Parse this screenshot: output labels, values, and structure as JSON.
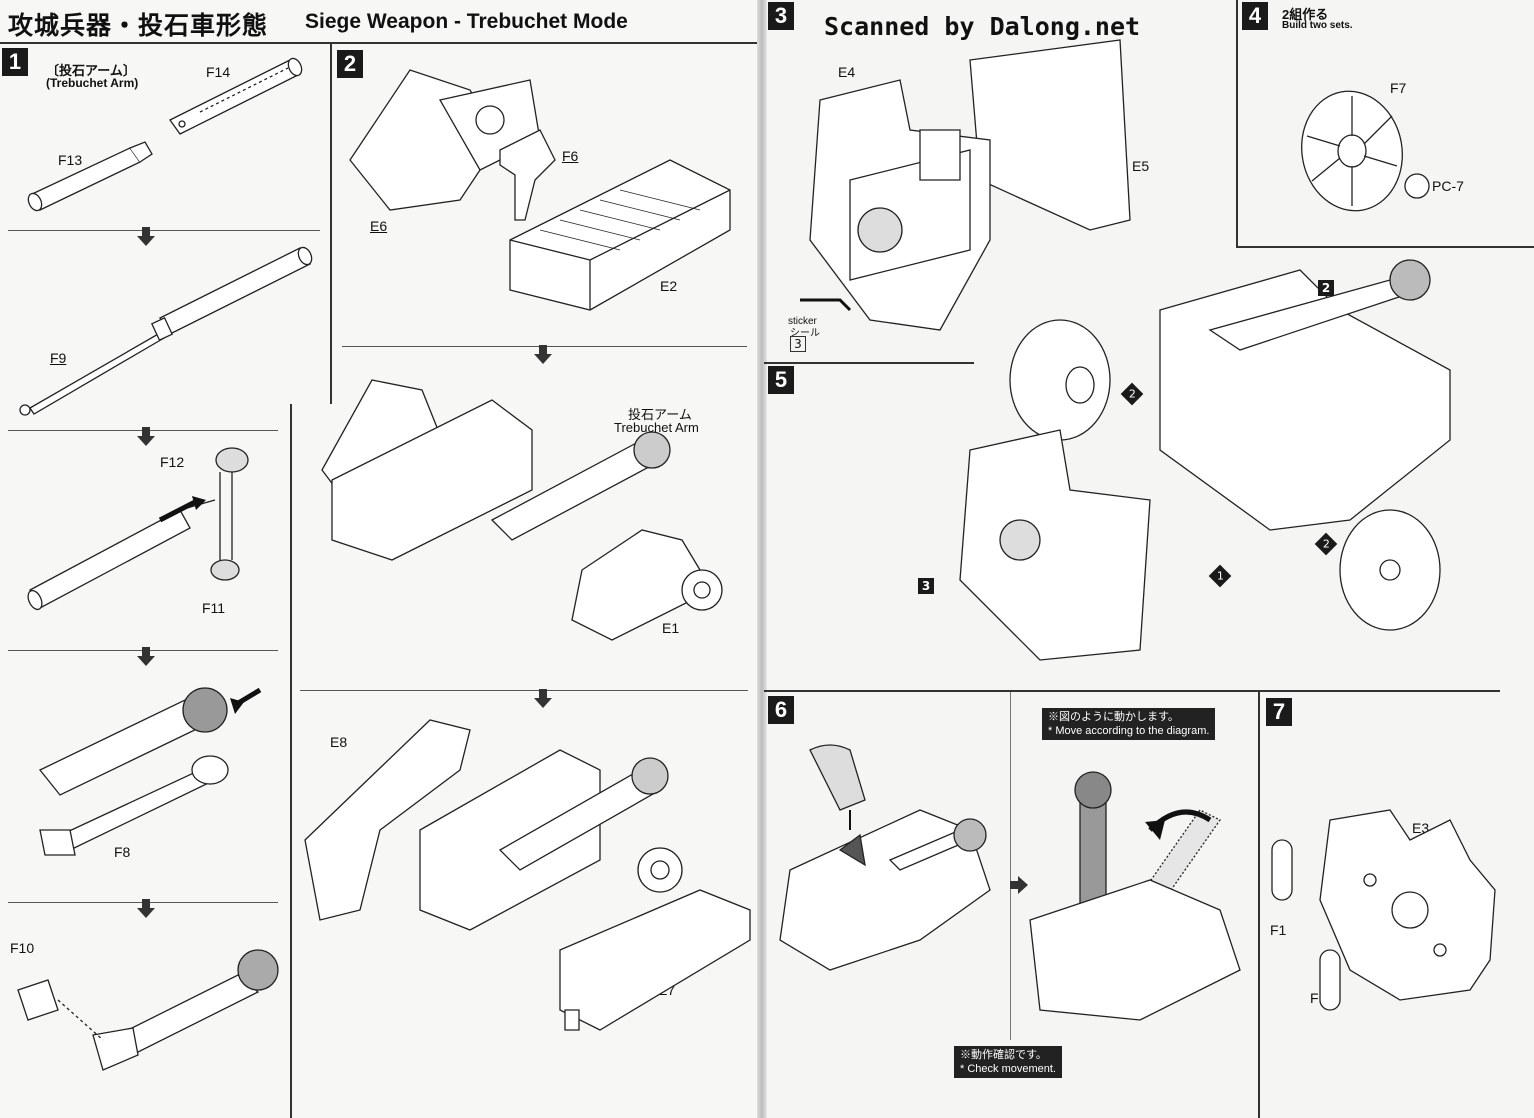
{
  "header": {
    "title_jp": "攻城兵器・投石車形態",
    "title_en": "Siege Weapon - Trebuchet Mode",
    "scanned": "Scanned by Dalong.net"
  },
  "steps": {
    "s1": "1",
    "s2": "2",
    "s3": "3",
    "s4": "4",
    "s5": "5",
    "s6": "6",
    "s7": "7"
  },
  "step1": {
    "heading_jp": "〔投石アーム〕",
    "heading_en": "(Trebuchet Arm)",
    "parts": [
      "F14",
      "F13",
      "F9",
      "F12",
      "F11",
      "F8",
      "F10"
    ]
  },
  "step2": {
    "parts": [
      "F6",
      "E6",
      "E2",
      "E1",
      "E8",
      "E7"
    ],
    "arm_label_jp": "投石アーム",
    "arm_label_en": "Trebuchet Arm"
  },
  "step3": {
    "parts": [
      "E4",
      "E5"
    ],
    "sticker_en": "sticker",
    "sticker_jp": "シール",
    "sticker_num": "3"
  },
  "step4": {
    "instruction_jp": "2組作る",
    "instruction_en": "Build two sets.",
    "parts": [
      "F7",
      "PC-7"
    ]
  },
  "step5": {
    "markers": [
      "2",
      "2",
      "2",
      "1",
      "3"
    ]
  },
  "step6": {
    "note_jp": "※図のように動かします。",
    "note_en": "* Move according to the diagram.",
    "check_jp": "※動作確認です。",
    "check_en": "* Check movement."
  },
  "step7": {
    "parts": [
      "E3",
      "F1",
      "F1"
    ]
  },
  "icons": [
    "down-arrow-icon",
    "right-arrow-icon",
    "finger-icon",
    "rotate-arrow-icon"
  ]
}
